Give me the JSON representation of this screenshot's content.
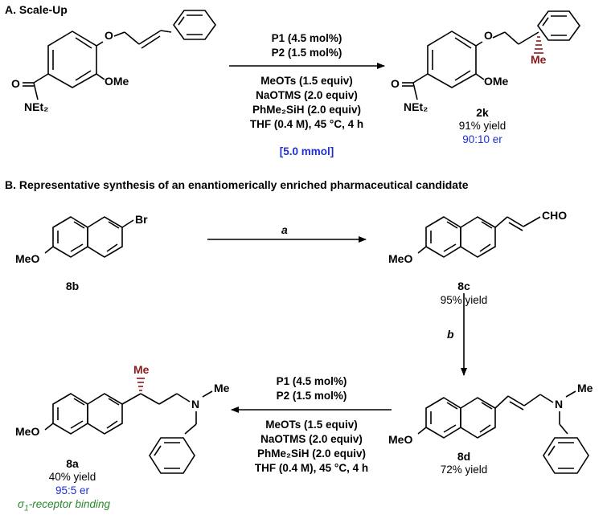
{
  "colors": {
    "ink": "#000000",
    "blue": "#1f2fd0",
    "green": "#2a8a2a",
    "darkred": "#8b1a1a"
  },
  "sectionA": {
    "header": "A. Scale-Up",
    "conditions": [
      "P1 (4.5 mol%)",
      "P2 (1.5 mol%)",
      "MeOTs (1.5 equiv)",
      "NaOTMS (2.0 equiv)",
      "PhMe₂SiH (2.0 equiv)",
      "THF (0.4 M), 45 °C, 4 h"
    ],
    "scale": "[5.0 mmol]",
    "sm_atoms": {
      "o": "O",
      "ome": "OMe",
      "o_carbonyl": "O",
      "net2": "NEt₂"
    },
    "prod_atoms": {
      "o": "O",
      "ome": "OMe",
      "o_carbonyl": "O",
      "net2": "NEt₂",
      "me": "Me"
    },
    "product": {
      "id": "2k",
      "yield": "91% yield",
      "er": "90:10 er"
    }
  },
  "sectionB": {
    "header": "B. Representative synthesis of an enantiomerically enriched pharmaceutical candidate",
    "step_a": "a",
    "step_b": "b",
    "atoms": {
      "br": "Br",
      "meo_8b": "MeO",
      "cho": "CHO",
      "meo_8c": "MeO",
      "meo_8d": "MeO",
      "n_8d": "N",
      "me_8d": "Me",
      "meo_8a": "MeO",
      "n_8a": "N",
      "me_8a": "Me",
      "me_stereo": "Me"
    },
    "c8b": {
      "id": "8b"
    },
    "c8c": {
      "id": "8c",
      "yield": "95% yield"
    },
    "c8d": {
      "id": "8d",
      "yield": "72% yield"
    },
    "c8a": {
      "id": "8a",
      "yield": "40% yield",
      "er": "95:5 er",
      "note": "-receptor binding",
      "sigma": "σ",
      "sigma_sub": "1"
    },
    "conditions": [
      "P1 (4.5 mol%)",
      "P2 (1.5 mol%)",
      "MeOTs (1.5 equiv)",
      "NaOTMS (2.0 equiv)",
      "PhMe₂SiH (2.0 equiv)",
      "THF (0.4 M), 45 °C, 4 h"
    ]
  }
}
